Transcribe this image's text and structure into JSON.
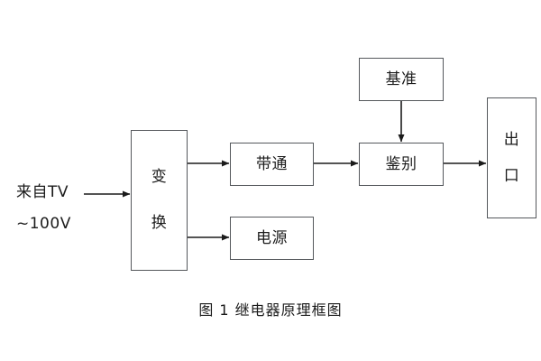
{
  "figure": {
    "caption": "图 1  继电器原理框图",
    "background_color": "#ffffff",
    "stroke_color": "#55585c",
    "wire_color": "#1b1b1b",
    "text_color": "#1b1b1b"
  },
  "input": {
    "line1": "来自TV",
    "line2": "~100V"
  },
  "blocks": {
    "transform": {
      "label": "变换",
      "char1": "变",
      "char2": "换"
    },
    "bandpass": {
      "label": "带通"
    },
    "power": {
      "label": "电源"
    },
    "reference": {
      "label": "基准"
    },
    "discriminate": {
      "label": "鉴别"
    },
    "output": {
      "label": "出口",
      "char1": "出",
      "char2": "口"
    }
  },
  "connections": [
    {
      "name": "input-to-transform",
      "from": "来自TV ~100V",
      "to": "变换"
    },
    {
      "name": "transform-to-bandpass",
      "from": "变换",
      "to": "带通"
    },
    {
      "name": "transform-to-power",
      "from": "变换",
      "to": "电源"
    },
    {
      "name": "bandpass-to-discriminate",
      "from": "带通",
      "to": "鉴别"
    },
    {
      "name": "reference-to-discriminate",
      "from": "基准",
      "to": "鉴别"
    },
    {
      "name": "discriminate-to-output",
      "from": "鉴别",
      "to": "出口"
    }
  ]
}
